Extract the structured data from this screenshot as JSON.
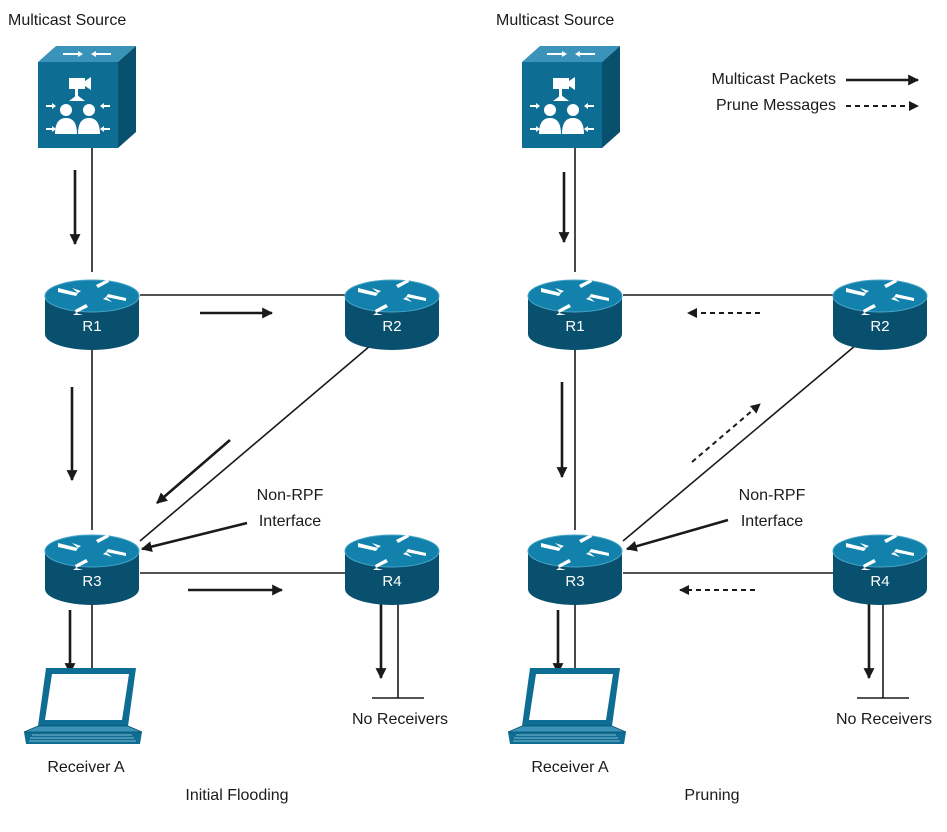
{
  "left_panel": {
    "source_label": "Multicast Source",
    "routers": [
      "R1",
      "R2",
      "R3",
      "R4"
    ],
    "non_rpf_label_line1": "Non-RPF",
    "non_rpf_label_line2": "Interface",
    "receiver_label": "Receiver A",
    "no_receivers_label": "No Receivers",
    "caption": "Initial Flooding"
  },
  "right_panel": {
    "source_label": "Multicast Source",
    "routers": [
      "R1",
      "R2",
      "R3",
      "R4"
    ],
    "non_rpf_label_line1": "Non-RPF",
    "non_rpf_label_line2": "Interface",
    "receiver_label": "Receiver A",
    "no_receivers_label": "No Receivers",
    "caption": "Pruning"
  },
  "legend": {
    "multicast_packets": "Multicast Packets",
    "prune_messages": "Prune Messages"
  },
  "colors": {
    "device_blue": "#0d6d92",
    "device_dark": "#08506d",
    "device_light": "#3a93b8",
    "line": "#1a1a1a"
  }
}
